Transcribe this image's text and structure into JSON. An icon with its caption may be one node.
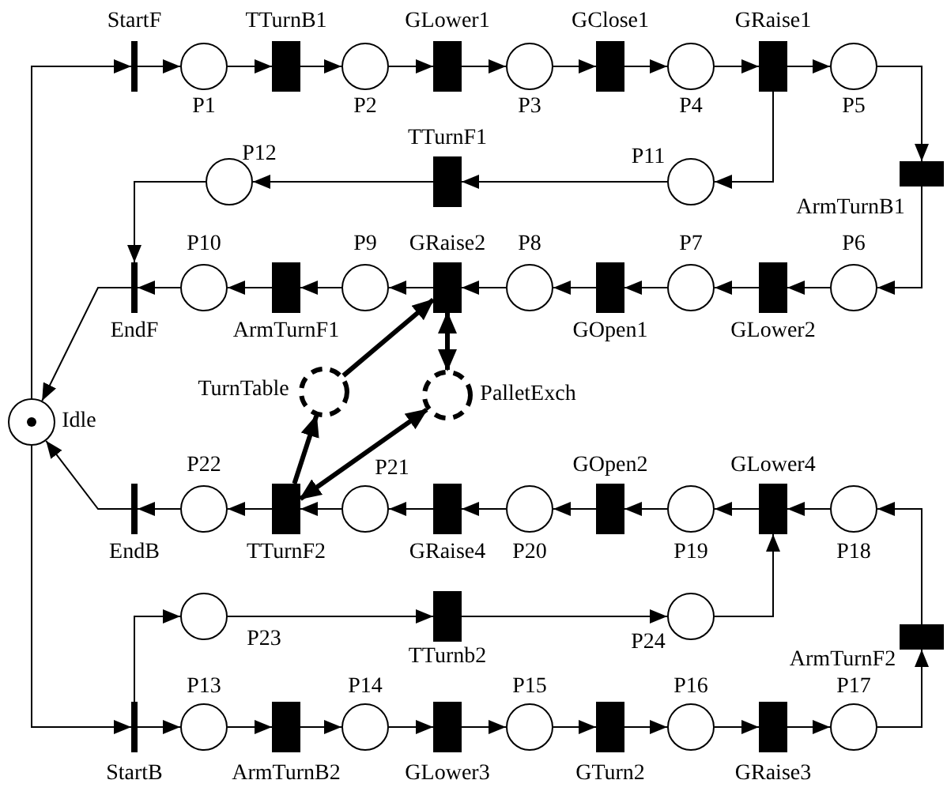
{
  "diagram": {
    "nodes": [
      {
        "text": [
          "StartF"
        ]
      },
      {
        "text": [
          "P1"
        ]
      },
      {
        "text": [
          "TTurnB1"
        ]
      },
      {
        "text": [
          "P2"
        ]
      },
      {
        "text": [
          "GLower1"
        ]
      },
      {
        "text": [
          "P3"
        ]
      },
      {
        "text": [
          "GClose1"
        ]
      },
      {
        "text": [
          "P4"
        ]
      },
      {
        "text": [
          "GRaise1"
        ]
      },
      {
        "text": [
          "P5"
        ]
      },
      {
        "text": [
          "P12"
        ]
      },
      {
        "text": [
          "TTurnF1"
        ]
      },
      {
        "text": [
          "P11"
        ]
      },
      {
        "text": [
          "ArmTurnB1"
        ]
      },
      {
        "text": [
          "EndF"
        ]
      },
      {
        "text": [
          "P10"
        ]
      },
      {
        "text": [
          "ArmTurnF1"
        ]
      },
      {
        "text": [
          "P9"
        ]
      },
      {
        "text": [
          "GRaise2"
        ]
      },
      {
        "text": [
          "P8"
        ]
      },
      {
        "text": [
          "GOpen1"
        ]
      },
      {
        "text": [
          "P7"
        ]
      },
      {
        "text": [
          "GLower2"
        ]
      },
      {
        "text": [
          "P6"
        ]
      },
      {
        "text": [
          "Idle"
        ]
      },
      {
        "text": [
          "TurnTable"
        ]
      },
      {
        "text": [
          "PalletExch"
        ]
      },
      {
        "text": [
          "EndB"
        ]
      },
      {
        "text": [
          "P22"
        ]
      },
      {
        "text": [
          "TTurnF2"
        ]
      },
      {
        "text": [
          "P21"
        ]
      },
      {
        "text": [
          "GRaise4"
        ]
      },
      {
        "text": [
          "P20"
        ]
      },
      {
        "text": [
          "GOpen2"
        ]
      },
      {
        "text": [
          "P19"
        ]
      },
      {
        "text": [
          "GLower4"
        ]
      },
      {
        "text": [
          "P18"
        ]
      },
      {
        "text": [
          "P23"
        ]
      },
      {
        "text": [
          "TTurnb2"
        ]
      },
      {
        "text": [
          "P24"
        ]
      },
      {
        "text": [
          "ArmTurnF2"
        ]
      },
      {
        "text": [
          "StartB"
        ]
      },
      {
        "text": [
          "P13"
        ]
      },
      {
        "text": [
          "ArmTurnB2"
        ]
      },
      {
        "text": [
          "P14"
        ]
      },
      {
        "text": [
          "GLower3"
        ]
      },
      {
        "text": [
          "P15"
        ]
      },
      {
        "text": [
          "GTurn2"
        ]
      },
      {
        "text": [
          "P16"
        ]
      },
      {
        "text": [
          "GRaise3"
        ]
      },
      {
        "text": [
          "P17"
        ]
      }
    ],
    "edges": [
      {
        "from": 24,
        "to": 0,
        "arrow": "to"
      },
      {
        "from": 0,
        "to": 1,
        "arrow": "to"
      },
      {
        "from": 1,
        "to": 2,
        "arrow": "to"
      },
      {
        "from": 2,
        "to": 3,
        "arrow": "to"
      },
      {
        "from": 3,
        "to": 4,
        "arrow": "to"
      },
      {
        "from": 4,
        "to": 5,
        "arrow": "to"
      },
      {
        "from": 5,
        "to": 6,
        "arrow": "to"
      },
      {
        "from": 6,
        "to": 7,
        "arrow": "to"
      },
      {
        "from": 7,
        "to": 8,
        "arrow": "to"
      },
      {
        "from": 8,
        "to": 9,
        "arrow": "to"
      },
      {
        "from": 9,
        "to": 13,
        "arrow": "to"
      },
      {
        "from": 8,
        "to": 12,
        "arrow": "to"
      },
      {
        "from": 12,
        "to": 11,
        "arrow": "to"
      },
      {
        "from": 11,
        "to": 10,
        "arrow": "to"
      },
      {
        "from": 10,
        "to": 14,
        "arrow": "to"
      },
      {
        "from": 13,
        "to": 23,
        "arrow": "to"
      },
      {
        "from": 23,
        "to": 22,
        "arrow": "to"
      },
      {
        "from": 22,
        "to": 21,
        "arrow": "to"
      },
      {
        "from": 21,
        "to": 20,
        "arrow": "to"
      },
      {
        "from": 20,
        "to": 19,
        "arrow": "to"
      },
      {
        "from": 19,
        "to": 18,
        "arrow": "to"
      },
      {
        "from": 18,
        "to": 17,
        "arrow": "to"
      },
      {
        "from": 17,
        "to": 16,
        "arrow": "to"
      },
      {
        "from": 16,
        "to": 15,
        "arrow": "to"
      },
      {
        "from": 15,
        "to": 14,
        "arrow": "to"
      },
      {
        "from": 14,
        "to": 24,
        "arrow": "to"
      },
      {
        "from": 25,
        "to": 18,
        "arrow": "to",
        "style": "thick"
      },
      {
        "from": 18,
        "to": 26,
        "arrow": "both",
        "style": "thick"
      },
      {
        "from": 29,
        "to": 25,
        "arrow": "to",
        "style": "thick"
      },
      {
        "from": 29,
        "to": 26,
        "arrow": "both",
        "style": "thick"
      },
      {
        "from": 50,
        "to": 40,
        "arrow": "to"
      },
      {
        "from": 40,
        "to": 36,
        "arrow": "to"
      },
      {
        "from": 36,
        "to": 35,
        "arrow": "to"
      },
      {
        "from": 35,
        "to": 34,
        "arrow": "to"
      },
      {
        "from": 34,
        "to": 33,
        "arrow": "to"
      },
      {
        "from": 33,
        "to": 32,
        "arrow": "to"
      },
      {
        "from": 32,
        "to": 31,
        "arrow": "to"
      },
      {
        "from": 31,
        "to": 30,
        "arrow": "to"
      },
      {
        "from": 30,
        "to": 29,
        "arrow": "to"
      },
      {
        "from": 29,
        "to": 28,
        "arrow": "to"
      },
      {
        "from": 28,
        "to": 27,
        "arrow": "to"
      },
      {
        "from": 27,
        "to": 24,
        "arrow": "to"
      },
      {
        "from": 24,
        "to": 41,
        "arrow": "to"
      },
      {
        "from": 41,
        "to": 42,
        "arrow": "to"
      },
      {
        "from": 42,
        "to": 43,
        "arrow": "to"
      },
      {
        "from": 43,
        "to": 44,
        "arrow": "to"
      },
      {
        "from": 44,
        "to": 45,
        "arrow": "to"
      },
      {
        "from": 45,
        "to": 46,
        "arrow": "to"
      },
      {
        "from": 46,
        "to": 47,
        "arrow": "to"
      },
      {
        "from": 47,
        "to": 48,
        "arrow": "to"
      },
      {
        "from": 48,
        "to": 49,
        "arrow": "to"
      },
      {
        "from": 49,
        "to": 50,
        "arrow": "to"
      },
      {
        "from": 41,
        "to": 37,
        "arrow": "to"
      },
      {
        "from": 37,
        "to": 38,
        "arrow": "to"
      },
      {
        "from": 38,
        "to": 39,
        "arrow": "to"
      },
      {
        "from": 39,
        "to": 35,
        "arrow": "to"
      }
    ]
  }
}
